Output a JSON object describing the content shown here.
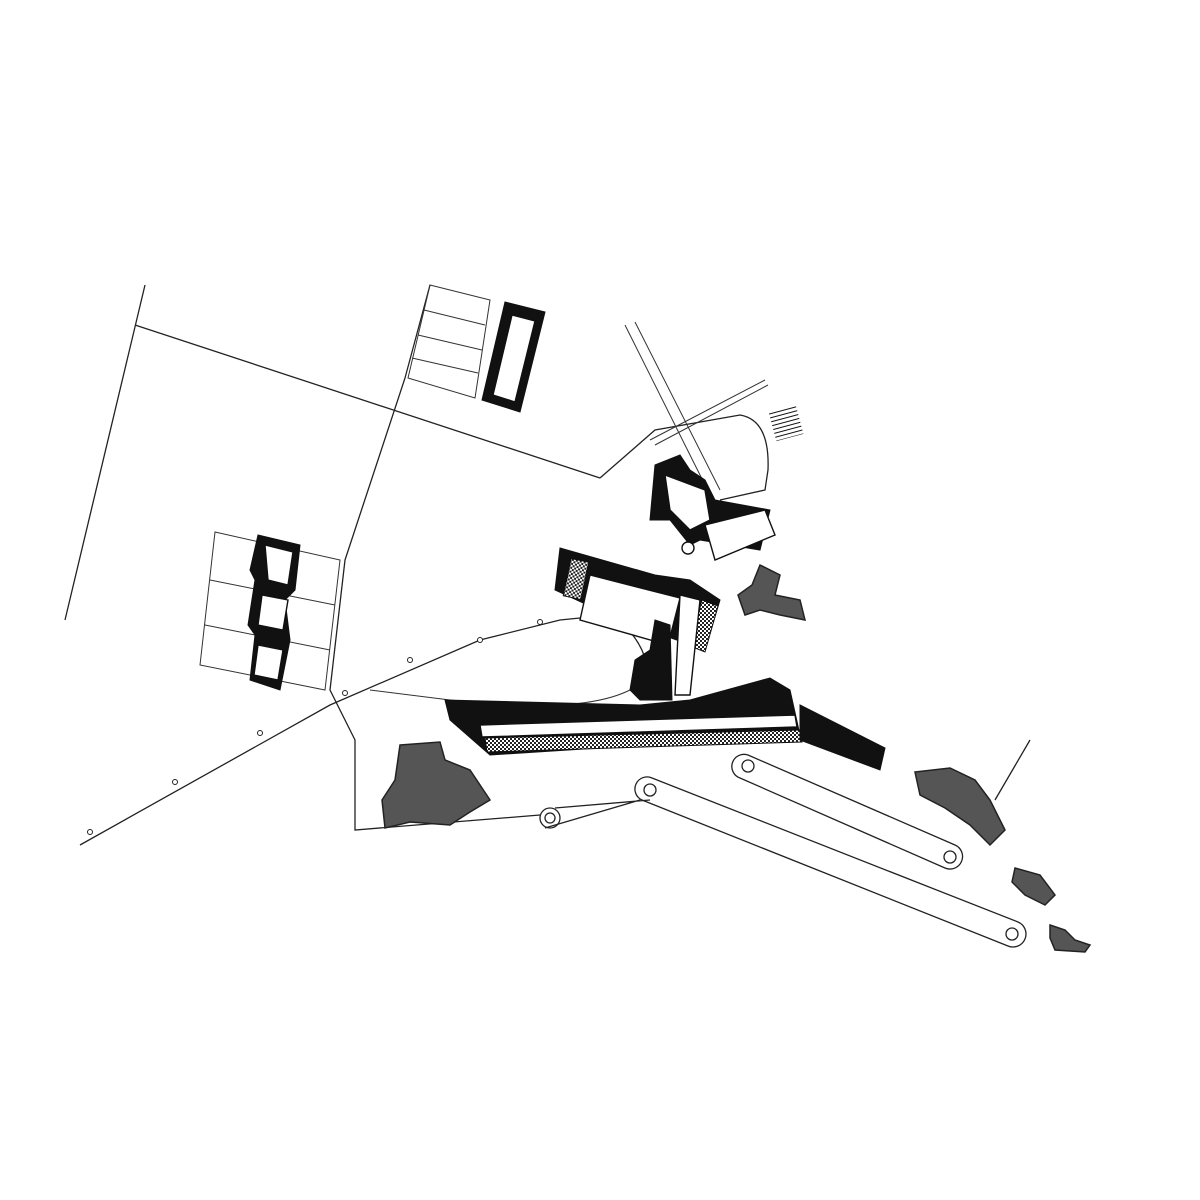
{
  "drawing": {
    "type": "architectural site plan",
    "colors": {
      "ink": "#111111",
      "paper": "#ffffff",
      "tree": "#555555"
    },
    "features": [
      "boundary-lines",
      "row-houses-north",
      "row-houses-west",
      "main-building",
      "parking-loops",
      "trees",
      "hatched-square"
    ]
  }
}
